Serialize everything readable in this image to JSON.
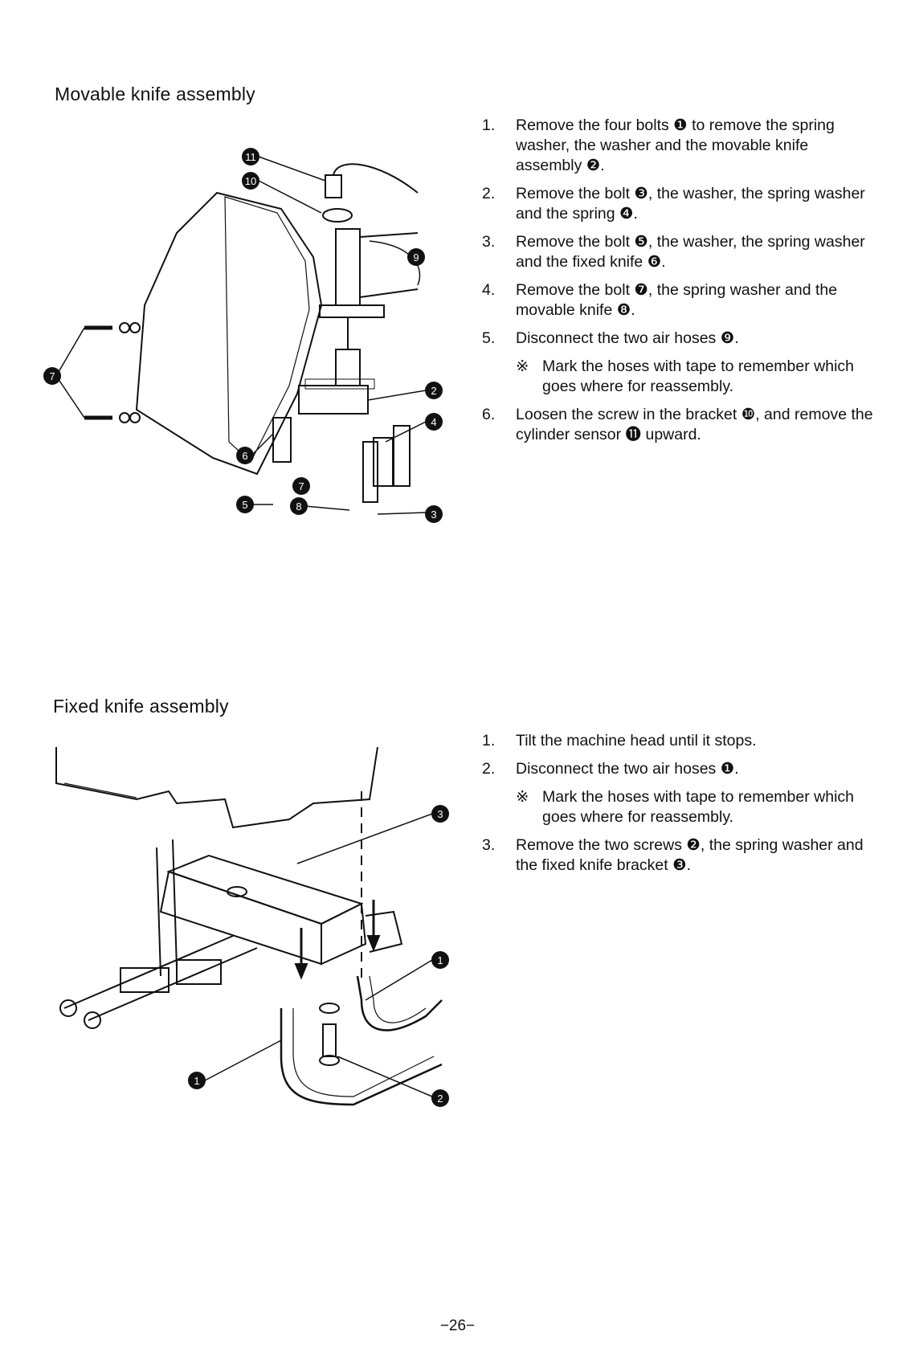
{
  "sections": [
    {
      "title": "Movable knife assembly",
      "steps": [
        {
          "num": "1.",
          "text": "Remove the four bolts ❶ to remove the spring washer, the washer and the movable knife assembly ❷."
        },
        {
          "num": "2.",
          "text": "Remove the bolt ❸, the washer, the spring washer and the spring ❹."
        },
        {
          "num": "3.",
          "text": "Remove the bolt ❺, the washer, the spring washer and the fixed knife ❻."
        },
        {
          "num": "4.",
          "text": "Remove the bolt ❼, the spring washer and the movable knife ❽."
        },
        {
          "num": "5.",
          "text": "Disconnect the two air hoses ❾."
        },
        {
          "mark": "※",
          "text": "Mark the hoses with tape to remember which goes where for reassembly."
        },
        {
          "num": "6.",
          "text": "Loosen the screw in the bracket ❿, and remove the cylinder sensor ⓫ upward."
        }
      ],
      "callouts": [
        "11",
        "10",
        "9",
        "7",
        "2",
        "4",
        "6",
        "7",
        "8",
        "5",
        "3"
      ]
    },
    {
      "title": "Fixed knife assembly",
      "steps": [
        {
          "num": "1.",
          "text": "Tilt the machine head until it stops."
        },
        {
          "num": "2.",
          "text": "Disconnect the two air hoses ❶."
        },
        {
          "mark": "※",
          "text": "Mark the hoses with tape to remember which goes where for reassembly."
        },
        {
          "num": "3.",
          "text": "Remove the two screws ❷, the spring washer and the fixed knife bracket ❸."
        }
      ],
      "callouts": [
        "3",
        "1",
        "1",
        "2"
      ]
    }
  ],
  "page_number": "−26−"
}
